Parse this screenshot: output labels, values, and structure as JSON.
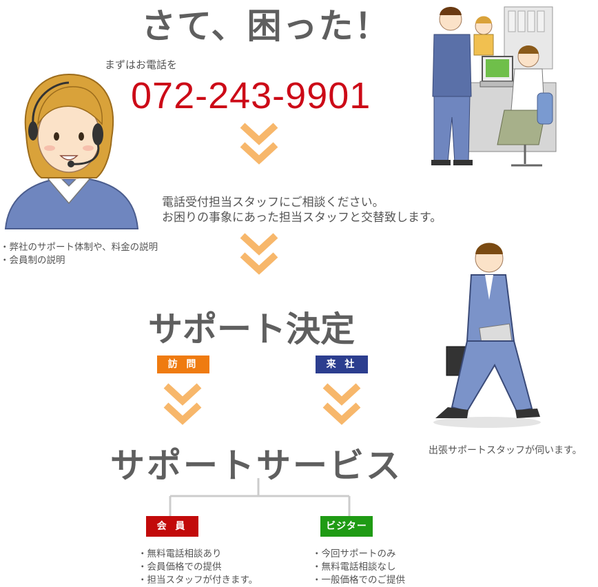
{
  "header": {
    "title": "さて、困った！",
    "lead": "まずはお電話を",
    "phone": "072-243-9901"
  },
  "reception": {
    "line1": "電話受付担当スタッフにご相談ください。",
    "line2": "お困りの事象にあった担当スタッフと交替致します。",
    "operator_notes": [
      "弊社のサポート体制や、料金の説明",
      "会員制の説明"
    ]
  },
  "decision": {
    "title": "サポート決定",
    "visit_label": "訪 問",
    "office_label": "来 社"
  },
  "service": {
    "title": "サポートサービス",
    "member_label": "会 員",
    "visitor_label": "ビジター",
    "member_points": [
      "無料電話相談あり",
      "会員価格での提供",
      "担当スタッフが付きます。"
    ],
    "visitor_points": [
      "今回サポートのみ",
      "無料電話相談なし",
      "一般価格でのご提供"
    ]
  },
  "staff_note": "出張サポートスタッフが伺います。",
  "colors": {
    "phone": "#cc0a17",
    "arrow": "#f7b76b",
    "visit": "#ef7b10",
    "office": "#2c3e8f",
    "member": "#c20a0a",
    "visitor": "#1f9b14",
    "heading": "#5f5f5f"
  },
  "icons": [
    "operator-illustration",
    "office-illustration",
    "walking-staff-illustration",
    "chevron-down-icon"
  ]
}
